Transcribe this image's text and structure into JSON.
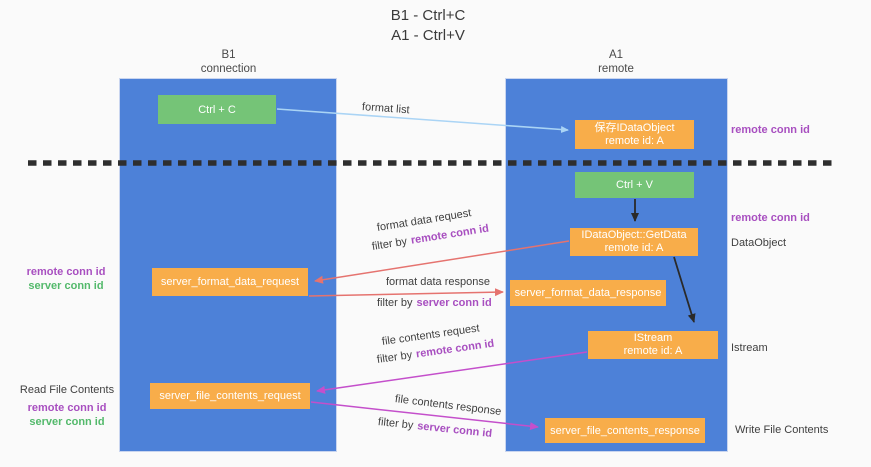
{
  "title": {
    "line1": "B1 - Ctrl+C",
    "line2": "A1 - Ctrl+V"
  },
  "lanes": {
    "left": {
      "name": "B1",
      "subtitle": "connection"
    },
    "right": {
      "name": "A1",
      "subtitle": "remote"
    }
  },
  "boxes": {
    "ctrl_c": {
      "label": "Ctrl + C"
    },
    "ctrl_v": {
      "label": "Ctrl + V"
    },
    "save_dataobject": {
      "line1": "保存IDataObject",
      "line2": "remote id: A"
    },
    "getdata": {
      "line1": "IDataObject::GetData",
      "line2": "remote id: A"
    },
    "istream": {
      "line1": "IStream",
      "line2": "remote id: A"
    },
    "server_format_data_request": {
      "label": "server_format_data_request"
    },
    "server_format_data_response": {
      "label": "server_format_data_response"
    },
    "server_file_contents_request": {
      "label": "server_file_contents_request"
    },
    "server_file_contents_response": {
      "label": "server_file_contents_response"
    }
  },
  "arrow_labels": {
    "format_list": "format list",
    "format_data_request": "format data request",
    "format_data_request_filter": {
      "prefix": "filter by",
      "value": "remote conn id"
    },
    "format_data_response": "format data response",
    "format_data_response_filter": {
      "prefix": "filter by",
      "value": "server conn id"
    },
    "file_contents_request": "file contents request",
    "file_contents_request_filter": {
      "prefix": "filter by",
      "value": "remote conn id"
    },
    "file_contents_response": "file contents response",
    "file_contents_response_filter": {
      "prefix": "filter by",
      "value": "server conn id"
    }
  },
  "side_labels": {
    "left_mid": {
      "remote": "remote conn id",
      "server": "server conn id"
    },
    "left_bottom": {
      "title": "Read File Contents",
      "remote": "remote conn id",
      "server": "server conn id"
    },
    "right_top_remote": "remote conn id",
    "right_mid_remote": "remote conn id",
    "right_dataobject": "DataObject",
    "right_istream": "Istream",
    "right_write": "Write File Contents"
  },
  "colors": {
    "lane_blue": "#4d81d8",
    "box_green": "#75c477",
    "box_orange": "#f8ad4a",
    "arrow_lightblue": "#aad4f5",
    "arrow_red": "#e5736f",
    "arrow_magenta": "#c44fcb",
    "arrow_black": "#2a2a2a",
    "label_purple": "#a84fc0",
    "label_green": "#53b96b",
    "separator": "#2e2e2e"
  }
}
